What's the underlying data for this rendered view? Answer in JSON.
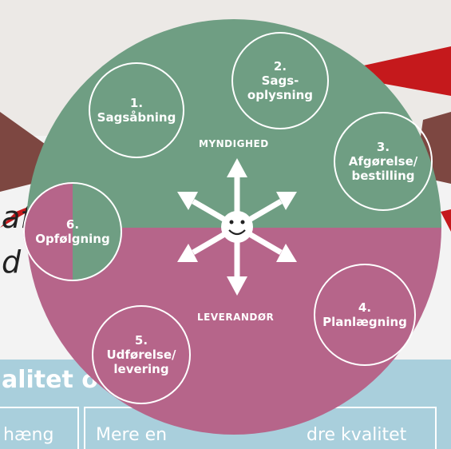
{
  "background": {
    "italic_fragment_1": "af",
    "italic_fragment_2": "d",
    "box_header_text": "alitet o",
    "bottom_cell_1": "hæng",
    "bottom_cell_2": "Mere en",
    "bottom_cell_3": "dre kvalitet"
  },
  "diagram": {
    "top_label": "MYNDIGHED",
    "bottom_label": "LEVERANDØR",
    "center_icon": "smiley-icon",
    "steps": [
      {
        "number": "1.",
        "line1": "Sagsåbning",
        "line2": ""
      },
      {
        "number": "2.",
        "line1": "Sags-",
        "line2": "oplysning"
      },
      {
        "number": "3.",
        "line1": "Afgørelse/",
        "line2": "bestilling"
      },
      {
        "number": "4.",
        "line1": "Planlægning",
        "line2": ""
      },
      {
        "number": "5.",
        "line1": "Udførelse/",
        "line2": "levering"
      },
      {
        "number": "6.",
        "line1": "Opfølgning",
        "line2": ""
      }
    ]
  },
  "colors": {
    "myndighed": "#6f9e83",
    "leverandor": "#b6658a",
    "circle_border": "#ffffff",
    "pointer_red": "#c5191c",
    "box_blue": "#a9cfdc"
  }
}
